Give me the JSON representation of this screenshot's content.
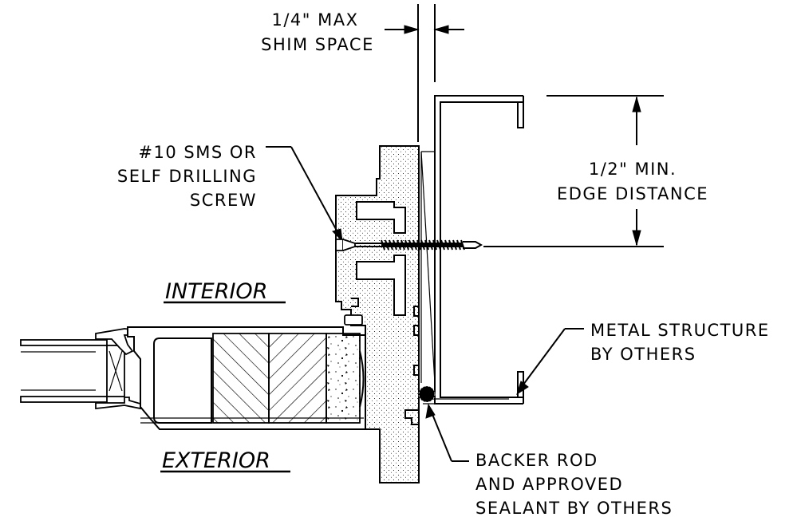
{
  "labels": {
    "shim_line1": "1/4\" MAX",
    "shim_line2": "SHIM SPACE",
    "screw_line1": "#10 SMS OR",
    "screw_line2": "SELF DRILLING",
    "screw_line3": "SCREW",
    "edge_line1": "1/2\" MIN.",
    "edge_line2": "EDGE DISTANCE",
    "interior": "INTERIOR",
    "exterior": "EXTERIOR",
    "metal_line1": "METAL STRUCTURE",
    "metal_line2": "BY OTHERS",
    "backer_line1": "BACKER ROD",
    "backer_line2": "AND APPROVED",
    "backer_line3": "SEALANT BY OTHERS"
  },
  "colors": {
    "ink": "#000000",
    "paper": "#ffffff"
  }
}
